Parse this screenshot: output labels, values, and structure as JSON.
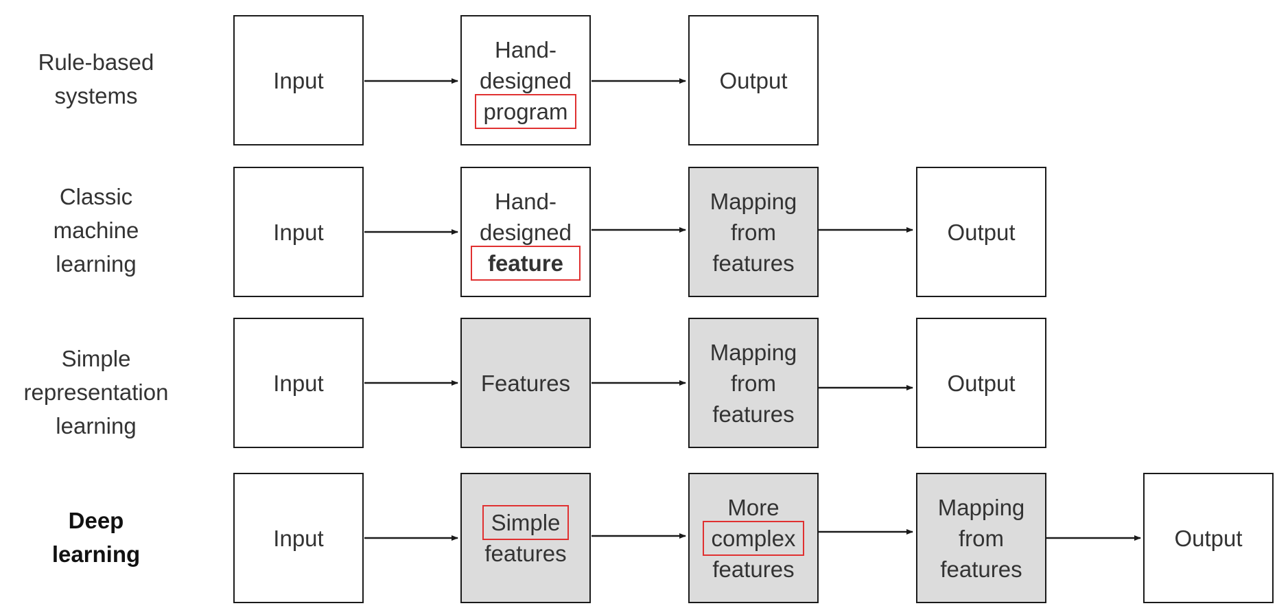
{
  "rows": [
    {
      "label": [
        "Rule-based",
        "systems"
      ],
      "bold": false,
      "boxes": [
        {
          "lines": [
            "Input"
          ],
          "shaded": false
        },
        {
          "lines": [
            "Hand-",
            "designed",
            "program"
          ],
          "shaded": false
        },
        {
          "lines": [
            "Output"
          ],
          "shaded": false
        }
      ]
    },
    {
      "label": [
        "Classic",
        "machine",
        "learning"
      ],
      "bold": false,
      "boxes": [
        {
          "lines": [
            "Input"
          ],
          "shaded": false
        },
        {
          "lines": [
            "Hand-",
            "designed",
            "feature"
          ],
          "shaded": false
        },
        {
          "lines": [
            "Mapping",
            "from",
            "features"
          ],
          "shaded": true
        },
        {
          "lines": [
            "Output"
          ],
          "shaded": false
        }
      ]
    },
    {
      "label": [
        "Simple",
        "representation",
        "learning"
      ],
      "bold": false,
      "boxes": [
        {
          "lines": [
            "Input"
          ],
          "shaded": false
        },
        {
          "lines": [
            "Features"
          ],
          "shaded": true
        },
        {
          "lines": [
            "Mapping",
            "from",
            "features"
          ],
          "shaded": true
        },
        {
          "lines": [
            "Output"
          ],
          "shaded": false
        }
      ]
    },
    {
      "label": [
        "Deep",
        "learning"
      ],
      "bold": true,
      "boxes": [
        {
          "lines": [
            "Input"
          ],
          "shaded": false
        },
        {
          "lines": [
            "Simple",
            "features"
          ],
          "shaded": true
        },
        {
          "lines": [
            "More",
            "complex",
            "features"
          ],
          "shaded": true
        },
        {
          "lines": [
            "Mapping",
            "from",
            "features"
          ],
          "shaded": true
        },
        {
          "lines": [
            "Output"
          ],
          "shaded": false
        }
      ]
    }
  ],
  "highlight_color": "#e03030"
}
